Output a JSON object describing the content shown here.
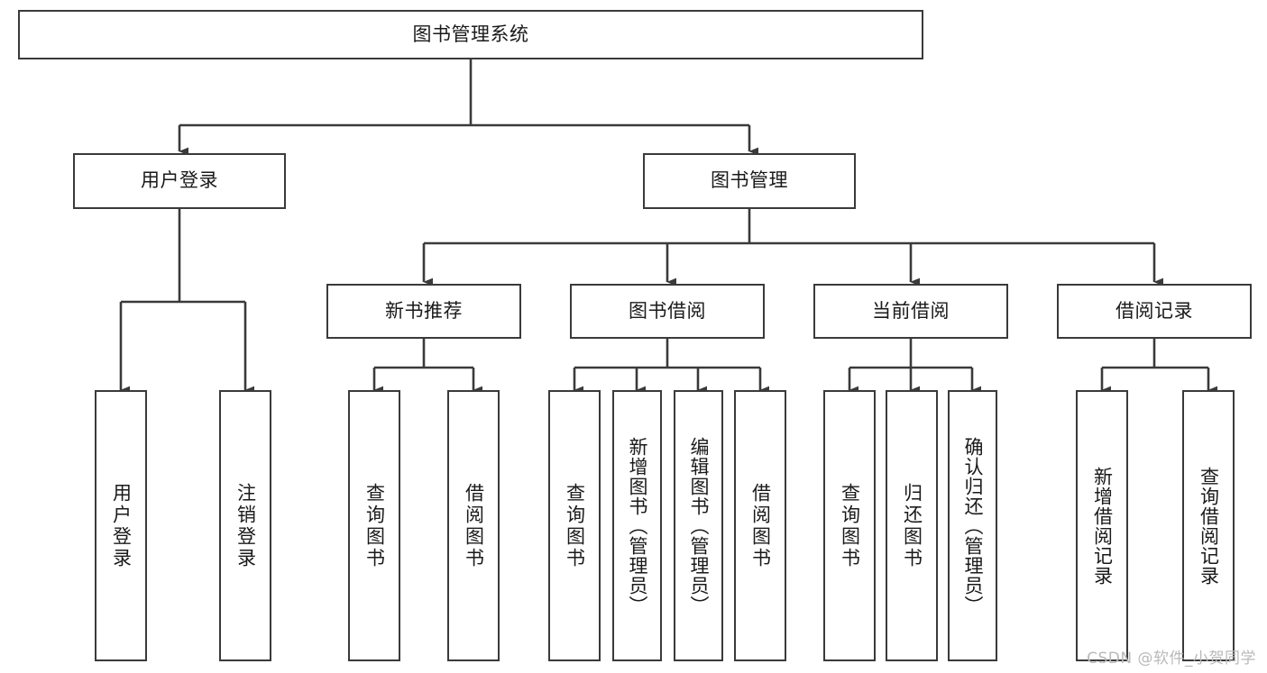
{
  "diagram": {
    "title": "图书管理系统",
    "type": "tree-hierarchy",
    "watermark": "CSDN @软件_小贺同学",
    "edge_color": "#3a3a3a",
    "box_border_color": "#3a3a3a",
    "text_color": "#1a1a1a",
    "background": "#ffffff"
  },
  "nodes": {
    "root": {
      "label": "图书管理系统"
    },
    "level1": [
      {
        "label": "用户登录"
      },
      {
        "label": "图书管理"
      }
    ],
    "level2": [
      {
        "label": "新书推荐"
      },
      {
        "label": "图书借阅"
      },
      {
        "label": "当前借阅"
      },
      {
        "label": "借阅记录"
      }
    ],
    "leaves": {
      "user_login": [
        {
          "label": "用户登录"
        },
        {
          "label": "注销登录"
        }
      ],
      "new_book_recommend": [
        {
          "label": "查询图书"
        },
        {
          "label": "借阅图书"
        }
      ],
      "book_borrow": [
        {
          "label": "查询图书"
        },
        {
          "label": "新增图书（管理员）"
        },
        {
          "label": "编辑图书（管理员）"
        },
        {
          "label": "借阅图书"
        }
      ],
      "current_borrow": [
        {
          "label": "查询图书"
        },
        {
          "label": "归还图书"
        },
        {
          "label": "确认归还（管理员）"
        }
      ],
      "borrow_record": [
        {
          "label": "新增借阅记录"
        },
        {
          "label": "查询借阅记录"
        }
      ]
    }
  }
}
